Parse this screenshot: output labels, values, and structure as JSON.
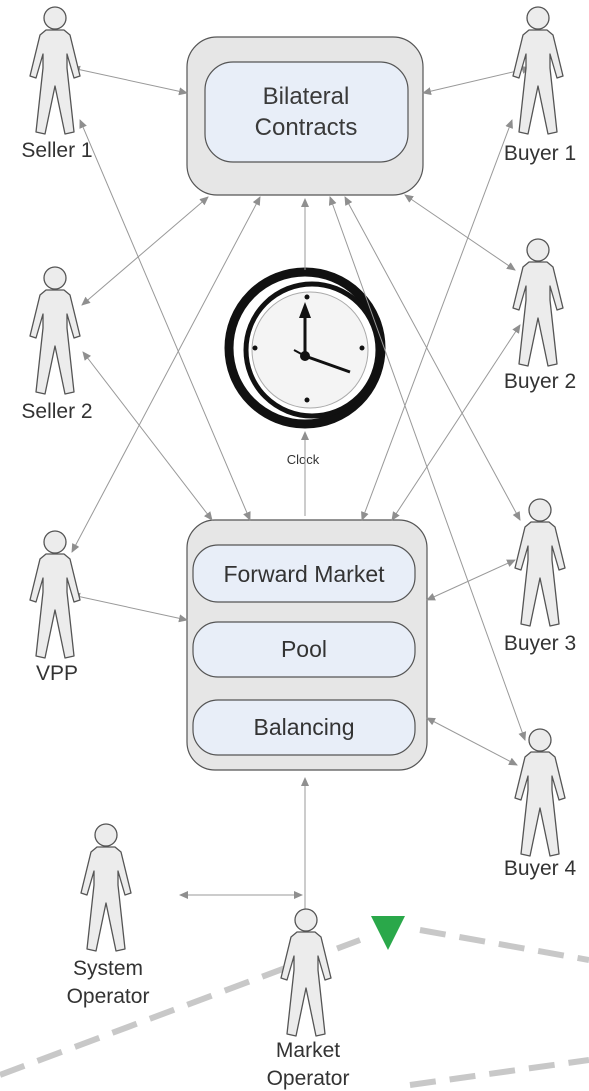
{
  "top_box": {
    "label_line1": "Bilateral",
    "label_line2": "Contracts"
  },
  "bottom_box": {
    "items": [
      "Forward Market",
      "Pool",
      "Balancing"
    ]
  },
  "clock": {
    "label": "Clock",
    "icon": "clock-icon"
  },
  "actors": {
    "seller1": "Seller 1",
    "seller2": "Seller 2",
    "vpp": "VPP",
    "buyer1": "Buyer 1",
    "buyer2": "Buyer 2",
    "buyer3": "Buyer 3",
    "buyer4": "Buyer 4",
    "system_operator_line1": "System",
    "system_operator_line2": "Operator",
    "market_operator_line1": "Market",
    "market_operator_line2": "Operator"
  },
  "colors": {
    "box_outer": "#e6e6e6",
    "box_inner": "#e8eef8",
    "arrow": "#999999",
    "figure": "#e9e9e9",
    "marker": "#2aa84a"
  }
}
